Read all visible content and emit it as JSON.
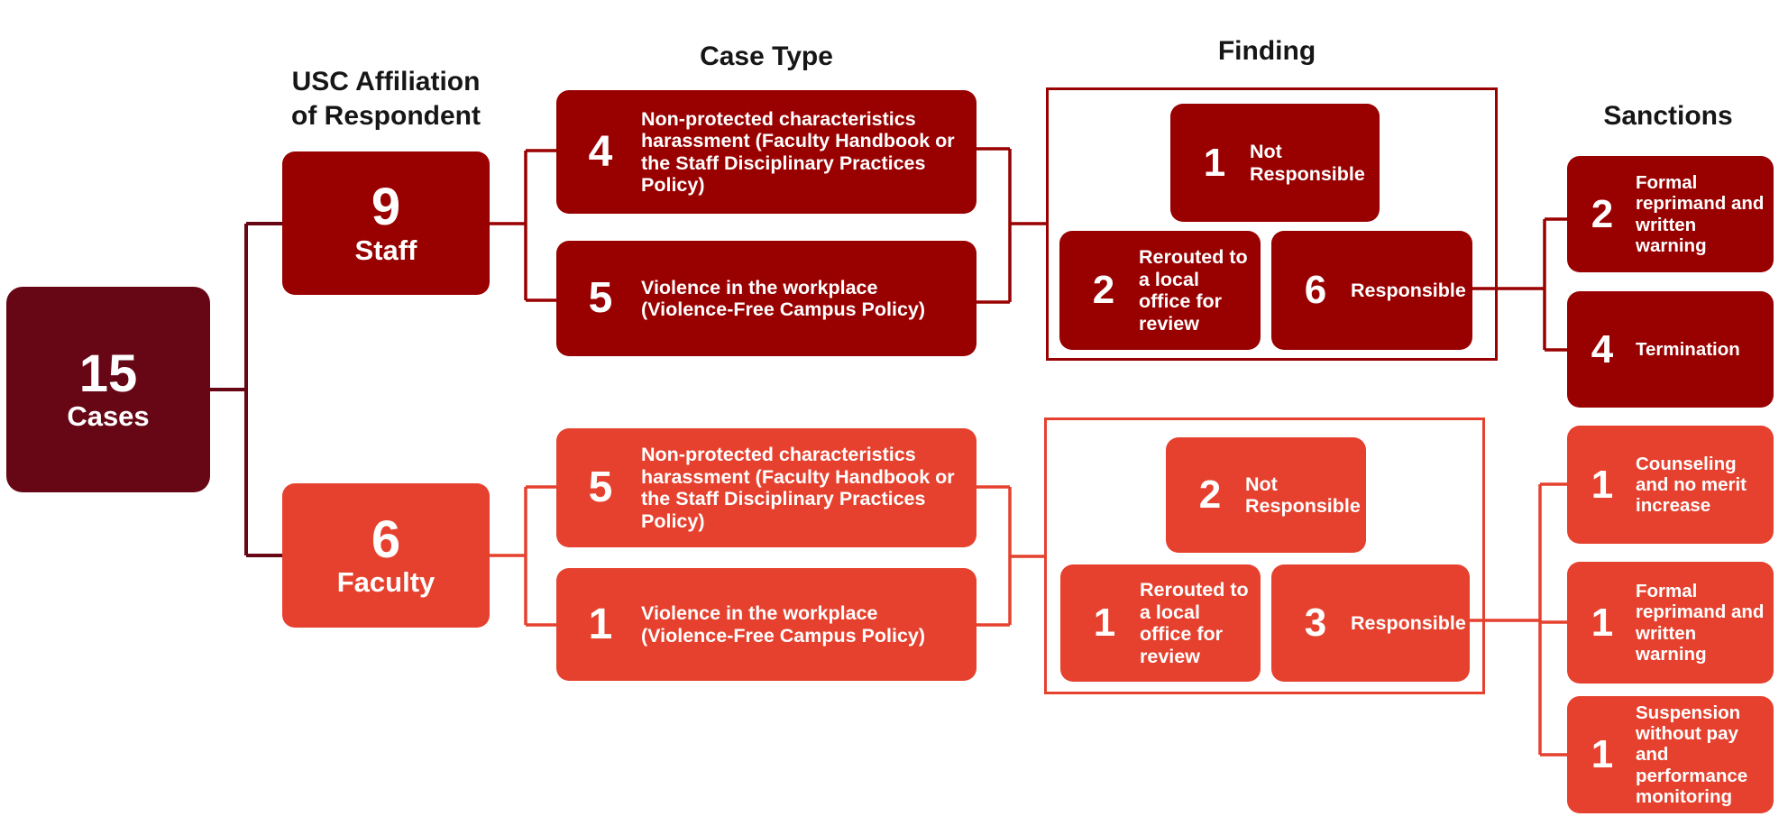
{
  "headers": {
    "affiliation_line1": "USC Affiliation",
    "affiliation_line2": "of Respondent",
    "case_type": "Case Type",
    "finding": "Finding",
    "sanctions": "Sanctions"
  },
  "root": {
    "count": "15",
    "label": "Cases"
  },
  "staff": {
    "affiliation": {
      "count": "9",
      "label": "Staff"
    },
    "case_types": [
      {
        "count": "4",
        "label": "Non-protected characteristics harassment (Faculty Handbook or the Staff Disciplinary Practices Policy)"
      },
      {
        "count": "5",
        "label": "Violence in the workplace (Violence-Free Campus Policy)"
      }
    ],
    "findings": [
      {
        "count": "1",
        "label": "Not Responsible"
      },
      {
        "count": "2",
        "label": "Rerouted to a local office for review"
      },
      {
        "count": "6",
        "label": "Responsible"
      }
    ],
    "sanctions": [
      {
        "count": "2",
        "label": "Formal reprimand and written warning"
      },
      {
        "count": "4",
        "label": "Termination"
      }
    ]
  },
  "faculty": {
    "affiliation": {
      "count": "6",
      "label": "Faculty"
    },
    "case_types": [
      {
        "count": "5",
        "label": "Non-protected characteristics harassment (Faculty Handbook or the Staff Disciplinary Practices Policy)"
      },
      {
        "count": "1",
        "label": "Violence in the workplace (Violence-Free Campus Policy)"
      }
    ],
    "findings": [
      {
        "count": "2",
        "label": "Not Responsible"
      },
      {
        "count": "1",
        "label": "Rerouted to a local office for review"
      },
      {
        "count": "3",
        "label": "Responsible"
      }
    ],
    "sanctions": [
      {
        "count": "1",
        "label": "Counseling and no merit increase"
      },
      {
        "count": "1",
        "label": "Formal reprimand and written warning"
      },
      {
        "count": "1",
        "label": "Suspension without pay and performance monitoring"
      }
    ]
  },
  "colors": {
    "root_maroon": "#670716",
    "staff_cardinal": "#990000",
    "faculty_coral": "#E5412E",
    "heading_text": "#161616",
    "box_text": "#FFFFFF"
  }
}
